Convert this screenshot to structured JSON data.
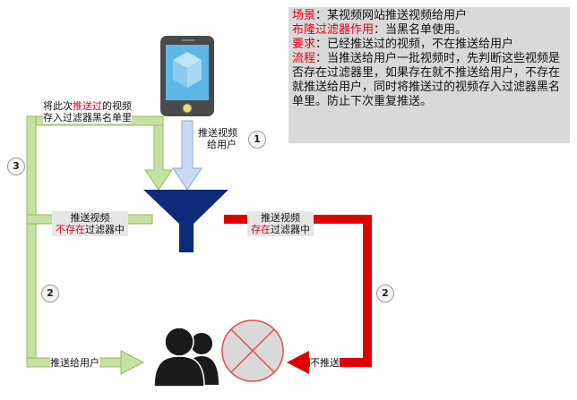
{
  "scenario_box": {
    "scene_key": "场景",
    "scene_text": "：某视频网站推送视频给用户",
    "filter_role_key": "布隆过滤器作用",
    "filter_role_text": "：当黑名单使用。",
    "requirement_key": "要求",
    "requirement_text": "：已经推送过的视频，不在推送给用户",
    "flow_key": "流程",
    "flow_text": "：当推送给用户一批视频时，先判断这些视频是否存在过滤器里，如果存在就不推送给用户，不存在就推送给用户，同时将推送过的视频存入过滤器黑名单里。防止下次重复推送。"
  },
  "labels": {
    "push_video_top_1": "推送视频",
    "push_video_top_2": "给用户",
    "store_prefix": "将此次",
    "store_red": "推送过",
    "store_suffix": "的视频",
    "store_line2": "存入过滤器黑名单里",
    "left_push_line1": "推送视频",
    "left_not_exist": "不存在",
    "left_in_filter": "过滤器中",
    "right_push_line1": "推送视频",
    "right_exist": "存在",
    "right_in_filter": "过滤器中",
    "push_to_user": "推送给用户",
    "not_push": "不推送"
  },
  "steps": {
    "step_1": "1",
    "step_2_left": "2",
    "step_2_right": "2",
    "step_3": "3"
  },
  "colors": {
    "green_arrow": "#c6e0a4",
    "green_border": "#8cbf5a",
    "blue_arrow": "#c9d9f1",
    "funnel": "#0e2a7a",
    "red_arrow": "#e00000",
    "phone_body": "#4a4a4a",
    "phone_screen": "#5fb7e8",
    "users_icon": "#1a1a1a",
    "reject_circle": "#d9d9d9",
    "reject_cross": "#e05050"
  },
  "icons": [
    "phone-icon",
    "funnel-icon",
    "users-icon",
    "reject-icon"
  ]
}
